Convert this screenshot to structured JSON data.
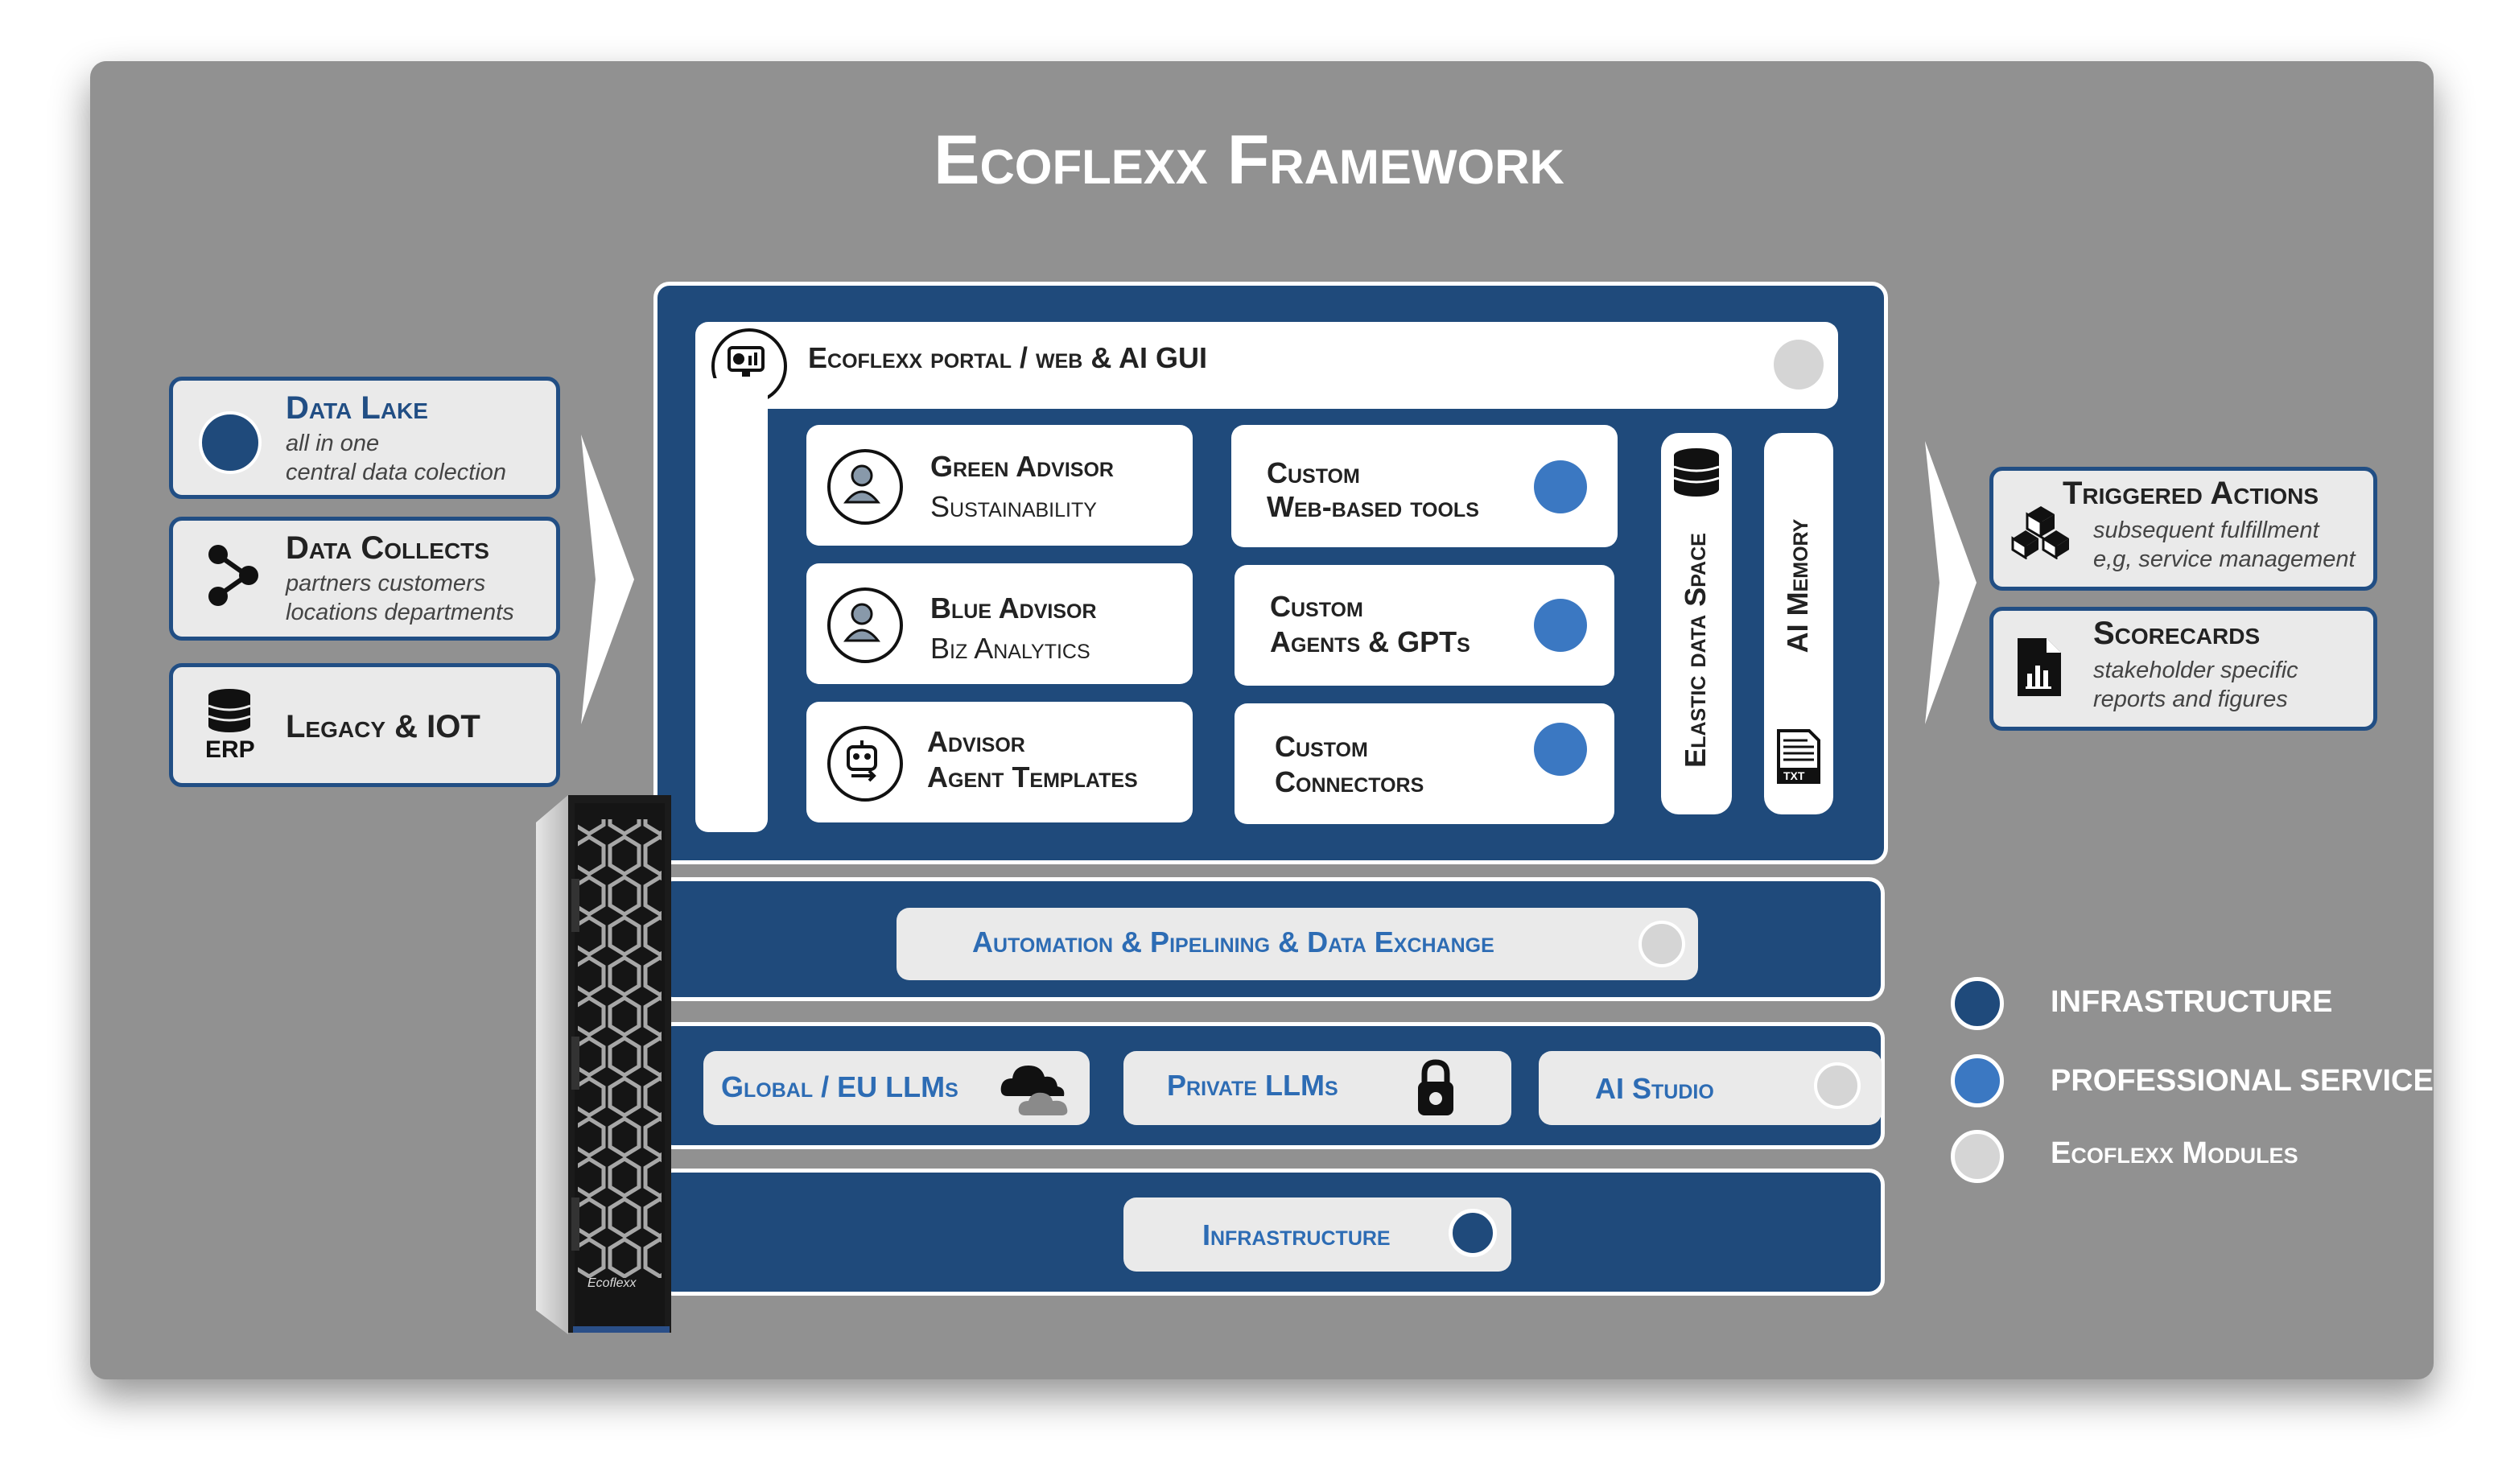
{
  "title": "Ecoflexx Framework",
  "sources": [
    {
      "title": "Data Lake",
      "sub1": "all in one",
      "sub2": "central data colection"
    },
    {
      "title": "Data Collects",
      "sub1": "partners customers",
      "sub2": "locations departments"
    },
    {
      "title": "Legacy & IOT",
      "badge": "ERP"
    }
  ],
  "portal": {
    "label": "Ecoflexx portal / web & AI GUI"
  },
  "advisors": [
    {
      "line1": "Green Advisor",
      "line2": "Sustainability"
    },
    {
      "line1": "Blue Advisor",
      "line2": "Biz Analytics"
    },
    {
      "line1": "Advisor",
      "line2": "Agent Templates"
    }
  ],
  "custom": [
    {
      "line1": "Custom",
      "line2": "Web-based tools"
    },
    {
      "line1": "Custom",
      "line2": "Agents & GPTs"
    },
    {
      "line1": "Custom",
      "line2": "Connectors"
    }
  ],
  "vertical": {
    "data_space": "Elastic data Space",
    "memory": "AI Memory",
    "txt_badge": "TXT"
  },
  "automation": {
    "label": "Automation & Pipelining & Data Exchange"
  },
  "llms": [
    {
      "label": "Global / EU LLMs"
    },
    {
      "label": "Private LLMs"
    },
    {
      "label": "AI Studio"
    }
  ],
  "infrastructure": {
    "label": "Infrastructure"
  },
  "actions": [
    {
      "title": "Triggered Actions",
      "sub1": "subsequent fulfillment",
      "sub2": "e,g, service management"
    },
    {
      "title": "Scorecards",
      "sub1": "stakeholder specific",
      "sub2": "reports and figures"
    }
  ],
  "legend": [
    {
      "label": "INFRASTRUCTURE",
      "color": "#1f4a7b"
    },
    {
      "label": "PROFESSIONAL SERVICE",
      "color": "#3b78c2"
    },
    {
      "label": "Ecoflexx Modules",
      "color": "#d5d5d5"
    }
  ],
  "server": {
    "brand": "Ecoflexx"
  },
  "colors": {
    "navy": "#1f4a7b",
    "blue": "#3b78c2",
    "grey": "#d5d5d5",
    "background": "#919191"
  }
}
